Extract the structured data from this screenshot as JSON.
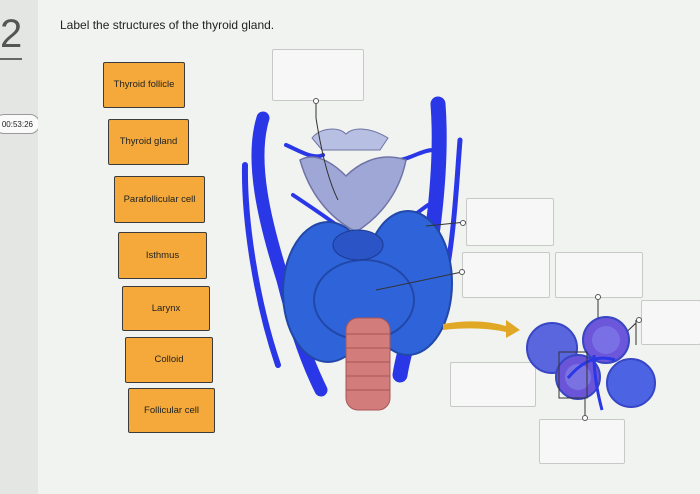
{
  "question": {
    "number": "2",
    "prompt": "Label the structures of the thyroid gland."
  },
  "timer": {
    "text": "00:53:26"
  },
  "labels": [
    {
      "text": "Thyroid follicle"
    },
    {
      "text": "Thyroid gland"
    },
    {
      "text": "Parafollicular cell"
    },
    {
      "text": "Isthmus"
    },
    {
      "text": "Larynx"
    },
    {
      "text": "Colloid"
    },
    {
      "text": "Follicular cell"
    }
  ],
  "drop_targets_count": 7,
  "colors": {
    "label_fill": "#f4a93a",
    "vessel": "#2a37e6",
    "gland": "#2f63d9",
    "larynx": "#9fa7d6",
    "trachea": "#d37c7c",
    "arrow": "#e1a826"
  },
  "icons": [
    "arrow-right-icon"
  ]
}
